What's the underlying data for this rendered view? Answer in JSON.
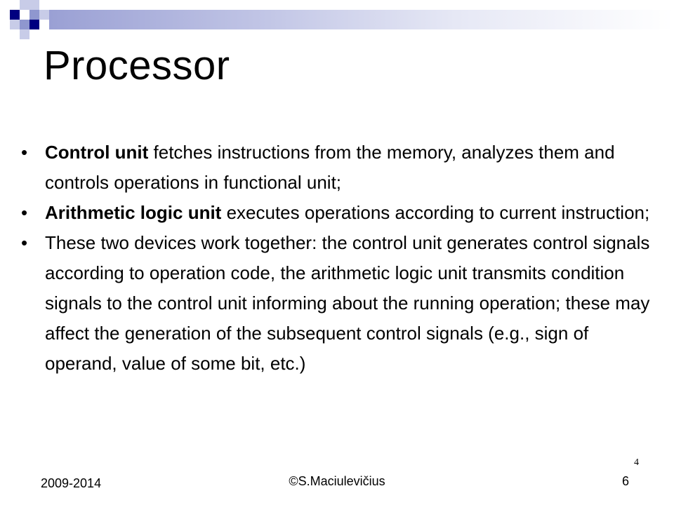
{
  "slide": {
    "title": "Processor",
    "bullets": [
      {
        "lead": "Control unit",
        "text": " fetches instructions from the memory, analyzes them and controls operations in functional unit;"
      },
      {
        "lead": "Arithmetic logic unit",
        "text": " executes operations according to current  instruction;"
      },
      {
        "lead": "",
        "text": "These two devices work together: the control unit generates control signals according to operation code, the arithmetic logic unit transmits condition signals to the control unit informing about the running operation; these may affect the generation of the subsequent control signals (e.g., sign of operand, value of some bit, etc.)"
      }
    ],
    "bullet_symbol": "•"
  },
  "footer": {
    "small_number": "4",
    "date": "2009-2014",
    "author": "©S.Maciulevičius",
    "page": "6"
  },
  "colors": {
    "accent_navy": "#000080",
    "accent_light": "#c8cce8",
    "accent_mid": "#8f97cf"
  }
}
